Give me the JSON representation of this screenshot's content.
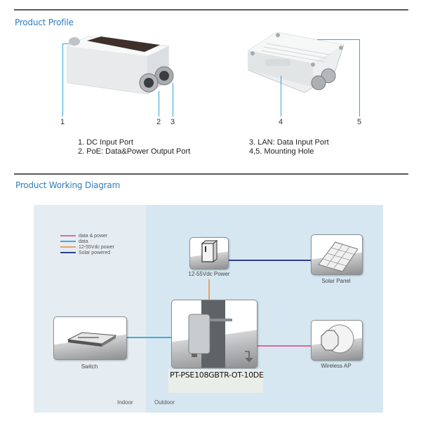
{
  "profile": {
    "title": "Product Profile",
    "callouts": [
      "1",
      "2",
      "3",
      "4",
      "5"
    ],
    "descriptions_left": [
      "1. DC Input Port",
      "2. PoE: Data&Power Output Port"
    ],
    "descriptions_right": [
      "3. LAN: Data Input Port",
      "4,5. Mounting Hole"
    ]
  },
  "diagram": {
    "title": "Product Working Diagram",
    "legend": [
      {
        "label": "data & power",
        "color": "#e0679a"
      },
      {
        "label": "data",
        "color": "#3aaee0"
      },
      {
        "label": "12-55Vdc power",
        "color": "#e8a162"
      },
      {
        "label": "Solar powered",
        "color": "#2f3f8f"
      }
    ],
    "nodes": {
      "power": "12-55Vdc Power",
      "solar": "Solar Panel",
      "switch": "Switch",
      "ap": "Wireless AP"
    },
    "model": "PT-PSE108GBTR-OT-10DE",
    "zones": {
      "indoor": "Indoor",
      "outdoor": "Outdoor"
    },
    "icons": {
      "power": "power-supply-icon",
      "solar": "solar-panel-icon",
      "switch": "network-switch-icon",
      "ap": "wireless-ap-icon",
      "device": "outdoor-poe-switch-icon",
      "ground": "ground-symbol-icon"
    }
  }
}
